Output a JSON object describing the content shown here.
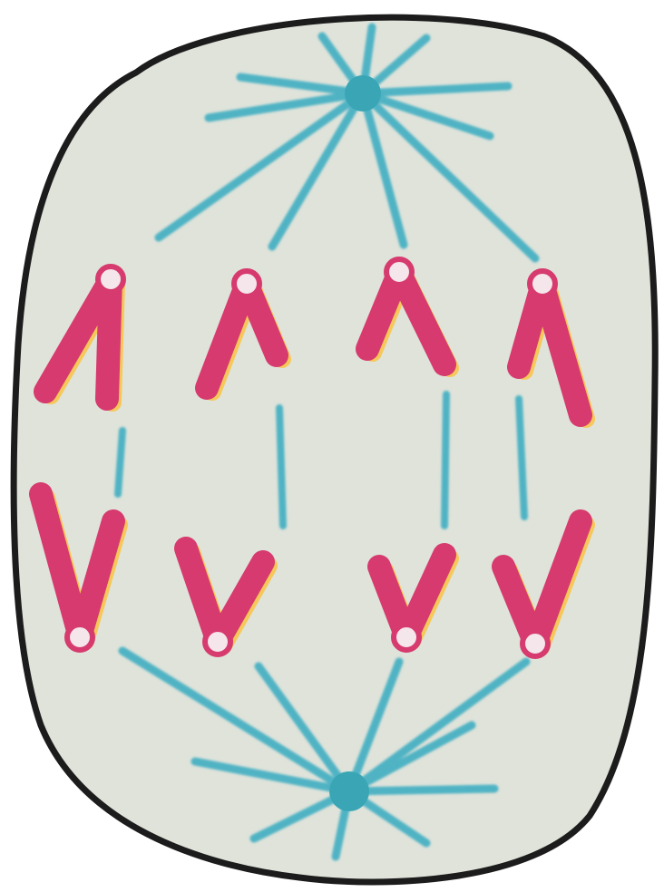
{
  "diagram": {
    "subject": "cell-division-anaphase",
    "colors": {
      "background": "#ffffff",
      "cell_fill": "#dfe3da",
      "cell_outline": "#1c1c1c",
      "spindle": "#4fb3c4",
      "centrosome": "#3aa6b5",
      "chromosome": "#d63a6e",
      "chromosome_highlight": "#f6c85a",
      "centromere_ring": "#f4e6ea"
    },
    "poles": [
      "top",
      "bottom"
    ],
    "chromatid_pairs_count": 4,
    "chromosome_shape_top": "inverted-v",
    "chromosome_shape_bottom": "v"
  }
}
